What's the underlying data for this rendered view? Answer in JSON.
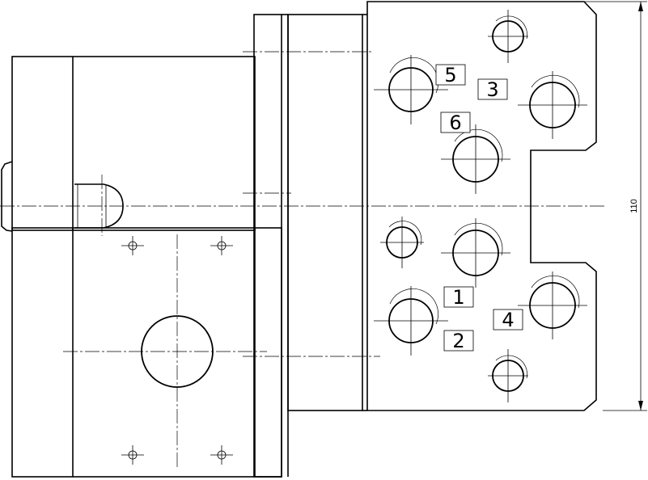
{
  "port_labels": [
    "5",
    "3",
    "6",
    "1",
    "4",
    "2"
  ],
  "dimension": {
    "height_label": "110"
  }
}
